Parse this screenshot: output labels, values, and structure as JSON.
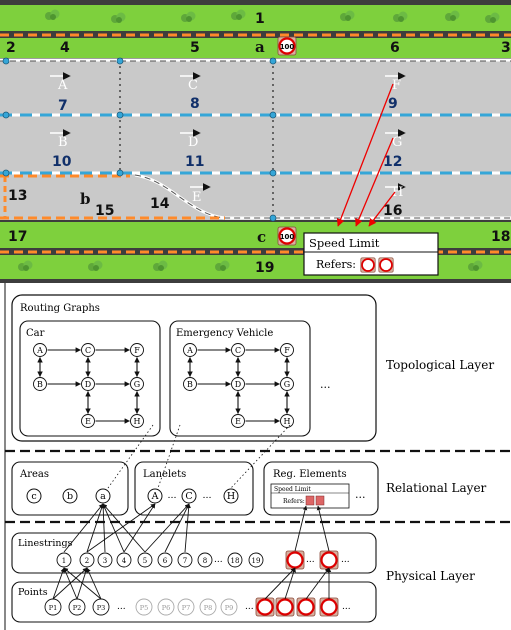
{
  "map": {
    "area_labels": {
      "a": "a",
      "b": "b",
      "c": "c"
    },
    "lanelet_labels": [
      "A",
      "B",
      "C",
      "D",
      "E",
      "F",
      "G",
      "H"
    ],
    "linestring_numbers": [
      "1",
      "2",
      "4",
      "5",
      "6",
      "3",
      "7",
      "8",
      "9",
      "10",
      "11",
      "12",
      "13",
      "15",
      "14",
      "16",
      "17",
      "18",
      "19"
    ],
    "callout": {
      "title": "Speed Limit",
      "refers_label": "Refers:"
    },
    "sign_value": "100"
  },
  "topological": {
    "layer_label": "Topological Layer",
    "panel_title": "Routing Graphs",
    "graph_car": {
      "title": "Car",
      "nodes": [
        "A",
        "C",
        "F",
        "B",
        "D",
        "G",
        "E",
        "H"
      ]
    },
    "graph_emergency": {
      "title": "Emergency Vehicle",
      "nodes": [
        "A",
        "C",
        "F",
        "B",
        "D",
        "G",
        "E",
        "H"
      ]
    },
    "more": "..."
  },
  "relational": {
    "layer_label": "Relational Layer",
    "areas": {
      "title": "Areas",
      "items": [
        "c",
        "b",
        "a"
      ]
    },
    "lanelets": {
      "title": "Lanelets",
      "items": [
        "A",
        "C",
        "H"
      ],
      "dots": "..."
    },
    "reg_elements": {
      "title": "Reg. Elements",
      "item_title": "Speed Limit",
      "refers_label": "Refers:"
    },
    "more": "..."
  },
  "physical": {
    "layer_label": "Physical Layer",
    "linestrings": {
      "title": "Linestrings",
      "items": [
        "1",
        "2",
        "3",
        "4",
        "5",
        "6",
        "7",
        "8",
        "18",
        "19"
      ],
      "dots": "..."
    },
    "points": {
      "title": "Points",
      "items": [
        "P1",
        "P2",
        "P3",
        "P5",
        "P6",
        "P7",
        "P8",
        "P9"
      ],
      "dots": "..."
    }
  }
}
